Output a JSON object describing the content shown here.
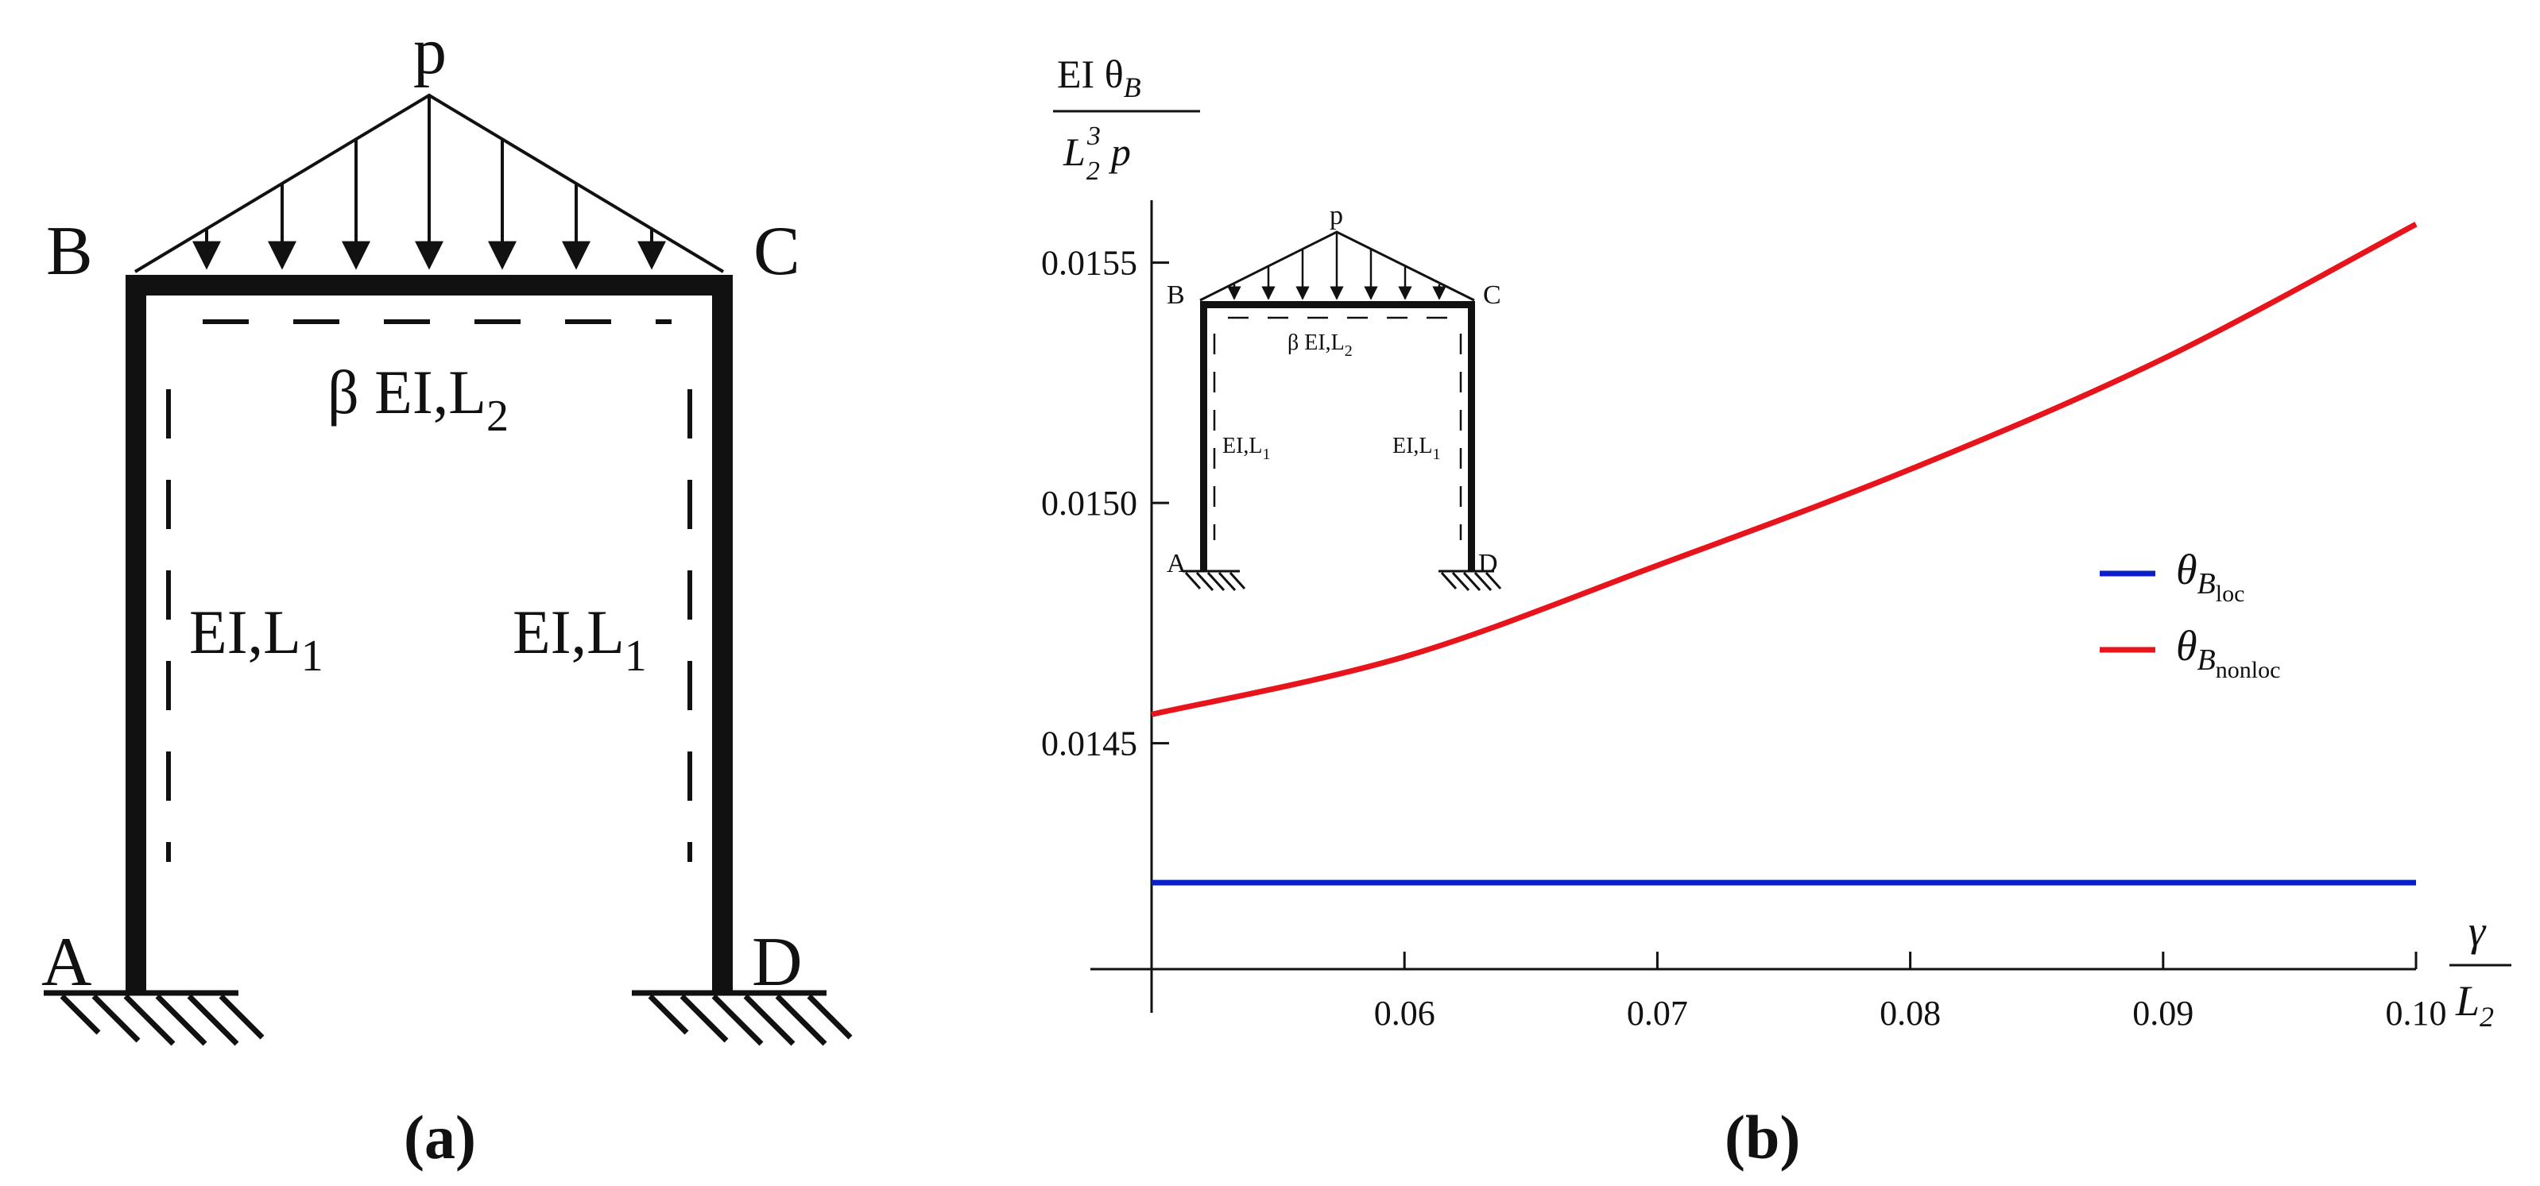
{
  "panel_a": {
    "caption": "(a)",
    "load_label": "p",
    "node_b": "B",
    "node_c": "C",
    "node_a": "A",
    "node_d": "D",
    "beam_label": "β EI,L",
    "beam_sub": "2",
    "col_left_label": "EI,L",
    "col_left_sub": "1",
    "col_right_label": "EI,L",
    "col_right_sub": "1"
  },
  "panel_b": {
    "caption": "(b)",
    "ylabel_top": "EI θ",
    "ylabel_top_sub": "B",
    "ylabel_bottom": "L",
    "ylabel_bottom_sub": "2",
    "ylabel_bottom_sup": "3",
    "ylabel_bottom_tail": "p",
    "xlabel_top": "γ",
    "xlabel_bottom": "L",
    "xlabel_bottom_sub": "2",
    "inset": {
      "load_label": "p",
      "node_b": "B",
      "node_c": "C",
      "node_a": "A",
      "node_d": "D",
      "beam_label": "β EI,L",
      "beam_sub": "2",
      "col_left_label": "EI,L",
      "col_left_sub": "1",
      "col_right_label": "EI,L",
      "col_right_sub": "1"
    },
    "legend": [
      {
        "main": "θ",
        "sub": "B",
        "subsub": "loc"
      },
      {
        "main": "θ",
        "sub": "B",
        "subsub": "nonloc"
      }
    ]
  },
  "chart_data": {
    "type": "line",
    "x_ticks": [
      "0.06",
      "0.07",
      "0.08",
      "0.09",
      "0.10"
    ],
    "y_ticks": [
      "0.0145",
      "0.0150",
      "0.0155"
    ],
    "xlim": [
      0.05,
      0.1
    ],
    "ylim": [
      0.01403,
      0.01563
    ],
    "legend_position": "right",
    "grid": false,
    "series": [
      {
        "name": "θB loc",
        "color": "#0a1fc8",
        "x": [
          0.05,
          0.1
        ],
        "y": [
          0.01421,
          0.01421
        ]
      },
      {
        "name": "θB nonloc",
        "color": "#e8141c",
        "x": [
          0.05,
          0.06,
          0.07,
          0.08,
          0.09,
          0.1
        ],
        "y": [
          0.01456,
          0.01468,
          0.01487,
          0.01507,
          0.0153,
          0.01558
        ]
      }
    ]
  }
}
